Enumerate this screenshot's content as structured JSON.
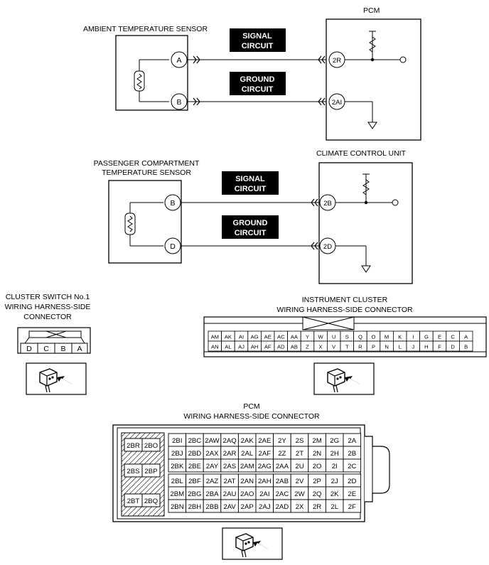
{
  "top": {
    "sensor_label": "AMBIENT TEMPERATURE SENSOR",
    "unit_label": "PCM",
    "signal_badge": [
      "SIGNAL",
      "CIRCUIT"
    ],
    "ground_badge": [
      "GROUND",
      "CIRCUIT"
    ],
    "sensor_pins": [
      "A",
      "B"
    ],
    "unit_pins": [
      "2R",
      "2AI"
    ]
  },
  "middle": {
    "sensor_label": [
      "PASSENGER COMPARTMENT",
      "TEMPERATURE SENSOR"
    ],
    "unit_label": "CLIMATE CONTROL UNIT",
    "signal_badge": [
      "SIGNAL",
      "CIRCUIT"
    ],
    "ground_badge": [
      "GROUND",
      "CIRCUIT"
    ],
    "sensor_pins": [
      "B",
      "D"
    ],
    "unit_pins": [
      "2B",
      "2D"
    ]
  },
  "cluster_switch": {
    "title": [
      "CLUSTER SWITCH No.1",
      "WIRING HARNESS-SIDE",
      "CONNECTOR"
    ],
    "pins": [
      "D",
      "C",
      "B",
      "A"
    ]
  },
  "instrument_cluster": {
    "title": [
      "INSTRUMENT CLUSTER",
      "WIRING HARNESS-SIDE CONNECTOR"
    ],
    "row1": [
      "AM",
      "AK",
      "AI",
      "AG",
      "AE",
      "AC",
      "AA",
      "Y",
      "W",
      "U",
      "S",
      "Q",
      "O",
      "M",
      "K",
      "I",
      "G",
      "E",
      "C",
      "A"
    ],
    "row2": [
      "AN",
      "AL",
      "AJ",
      "AH",
      "AF",
      "AD",
      "AB",
      "Z",
      "X",
      "V",
      "T",
      "R",
      "P",
      "N",
      "L",
      "J",
      "H",
      "F",
      "D",
      "B"
    ]
  },
  "pcm_connector": {
    "title": [
      "PCM",
      "WIRING HARNESS-SIDE CONNECTOR"
    ],
    "left_block": [
      [
        "2BR",
        "2BO"
      ],
      [
        "2BS",
        "2BP"
      ],
      [
        "2BT",
        "2BQ"
      ]
    ],
    "rows": [
      [
        "2BI",
        "2BC",
        "2AW",
        "2AQ",
        "2AK",
        "2AE",
        "2Y",
        "2S",
        "2M",
        "2G",
        "2A"
      ],
      [
        "2BJ",
        "2BD",
        "2AX",
        "2AR",
        "2AL",
        "2AF",
        "2Z",
        "2T",
        "2N",
        "2H",
        "2B"
      ],
      [
        "2BK",
        "2BE",
        "2AY",
        "2AS",
        "2AM",
        "2AG",
        "2AA",
        "2U",
        "2O",
        "2I",
        "2C"
      ],
      [
        "2BL",
        "2BF",
        "2AZ",
        "2AT",
        "2AN",
        "2AH",
        "2AB",
        "2V",
        "2P",
        "2J",
        "2D"
      ],
      [
        "2BM",
        "2BG",
        "2BA",
        "2AU",
        "2AO",
        "2AI",
        "2AC",
        "2W",
        "2Q",
        "2K",
        "2E"
      ],
      [
        "2BN",
        "2BH",
        "2BB",
        "2AV",
        "2AP",
        "2AJ",
        "2AD",
        "2X",
        "2R",
        "2L",
        "2F"
      ]
    ]
  }
}
